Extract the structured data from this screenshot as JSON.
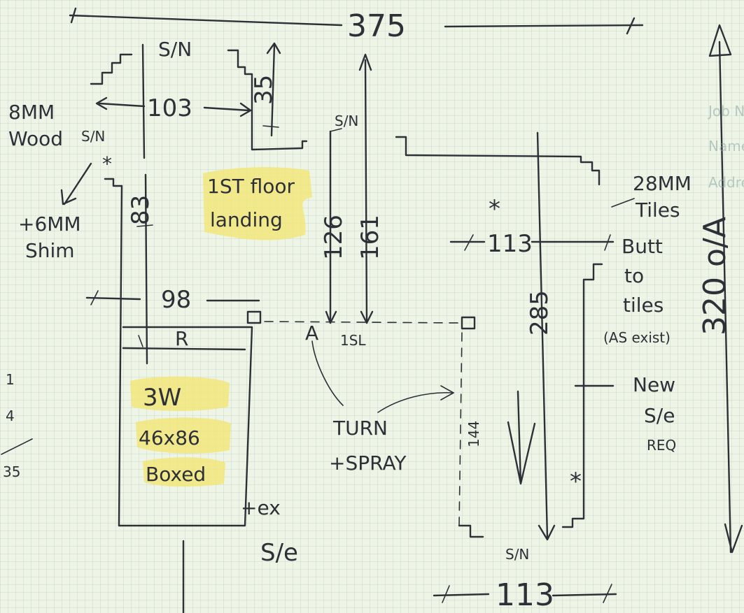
{
  "dimensions": {
    "overall_width": "375",
    "sn_top": "S/N",
    "width_103": "103",
    "dim_35": "35",
    "dim_83": "83",
    "dim_98": "98",
    "dim_126": "126",
    "dim_161": "161",
    "sn_mid": "S/N",
    "dim_113_upper": "113",
    "dim_285": "285",
    "dim_144": "144",
    "dim_113_lower": "113",
    "sn_bottom": "S/N",
    "dim_320": "320 o/A",
    "sl_label": "1SL",
    "r_label": "R",
    "a_label": "A"
  },
  "notes": {
    "wood_line1": "8MM",
    "wood_line2": "Wood",
    "sn_left": "S/N",
    "shim_line1": "+6MM",
    "shim_line2": "Shim",
    "landing_line1": "1ST floor",
    "landing_line2": "landing",
    "cupboard_line1": "3W",
    "cupboard_line2": "46x86",
    "cupboard_line3": "Boxed",
    "turn_line1": "TURN",
    "turn_line2": "+SPRAY",
    "tiles_line1": "28MM",
    "tiles_line2": "Tiles",
    "butt_line1": "Butt",
    "butt_line2": "to",
    "butt_line3": "tiles",
    "butt_line4": "(AS exist)",
    "new_line1": "New",
    "new_line2": "S/e",
    "new_line3": "REQ",
    "ex_line1": "+ex",
    "ex_line2": "S/e",
    "star": "*"
  },
  "margin": {
    "left_1": "1",
    "left_2": "4",
    "left_3": "35",
    "right_faint_1": "Job N",
    "right_faint_2": "Name",
    "right_faint_3": "Addre"
  },
  "colors": {
    "ink": "#2e3038",
    "highlight": "#f1e67a",
    "paper": "#eef5e6"
  }
}
